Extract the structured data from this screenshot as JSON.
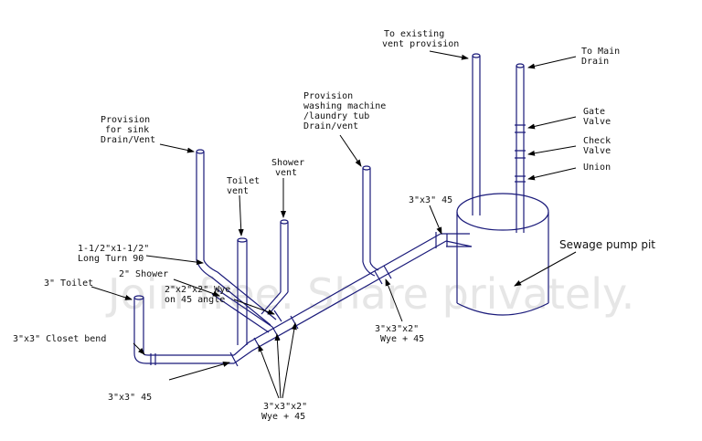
{
  "watermark": {
    "text": "Join free. Share privately."
  },
  "colors": {
    "pipe": "#1a1a7a",
    "label": "#111111",
    "leader": "#000000",
    "watermark": "#e6e6e6"
  },
  "labels": {
    "existing_vent_1": "To existing",
    "existing_vent_2": "vent provision",
    "main_drain_1": "To Main",
    "main_drain_2": "Drain",
    "gate_valve_1": "Gate",
    "gate_valve_2": "Valve",
    "check_valve_1": "Check",
    "check_valve_2": "Valve",
    "union": "Union",
    "sewage_pit": "Sewage pump pit",
    "washer_1": "Provision",
    "washer_2": "washing machine",
    "washer_3": "/laundry tub",
    "washer_4": "Drain/vent",
    "sink_1": "Provision",
    "sink_2": "for sink",
    "sink_3": "Drain/Vent",
    "shower_vent_1": "Shower",
    "shower_vent_2": "vent",
    "toilet_vent_1": "Toilet",
    "toilet_vent_2": "vent",
    "long_turn_1": "1-1/2\"x1-1/2\"",
    "long_turn_2": "Long Turn 90",
    "shower_2in": "2\" Shower",
    "wye_2x2x2_1": "2\"x2\"x2\" Wye",
    "wye_2x2x2_2": "on 45 angle",
    "toilet_3in": "3\" Toilet",
    "closet_bend": "3\"x3\" Closet bend",
    "fitting_3x3_45_lower": "3\"x3\" 45",
    "fitting_3x3_45_upper": "3\"x3\" 45",
    "wye_3x3x2_right_1": "3\"x3\"x2\"",
    "wye_3x3x2_right_2": "Wye + 45",
    "wye_3x3x2_bottom_1": "3\"x3\"x2\"",
    "wye_3x3x2_bottom_2": "Wye + 45"
  }
}
